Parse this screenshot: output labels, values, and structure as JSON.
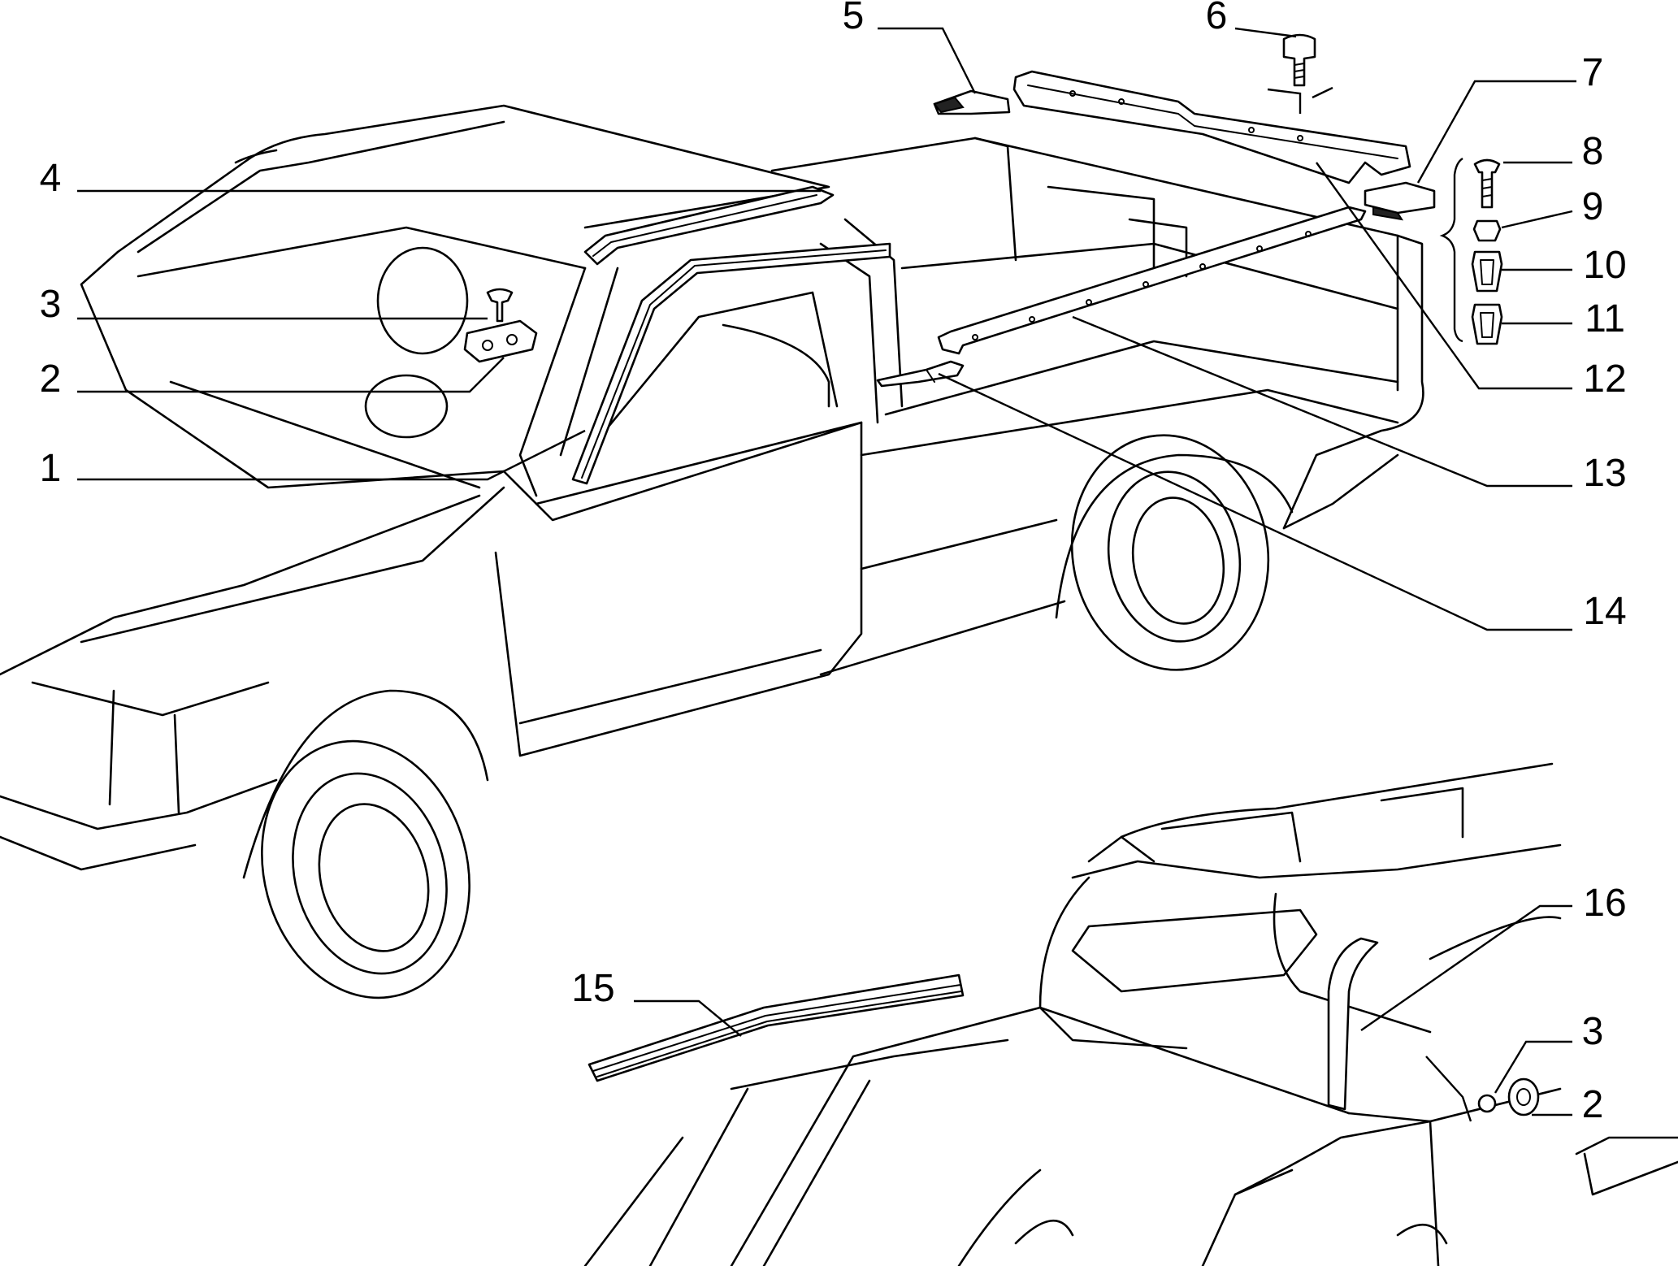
{
  "callouts": [
    {
      "id": "c5",
      "label": "5"
    },
    {
      "id": "c6",
      "label": "6"
    },
    {
      "id": "c7",
      "label": "7"
    },
    {
      "id": "c8",
      "label": "8"
    },
    {
      "id": "c9",
      "label": "9"
    },
    {
      "id": "c10",
      "label": "10"
    },
    {
      "id": "c11",
      "label": "11"
    },
    {
      "id": "c12",
      "label": "12"
    },
    {
      "id": "c13",
      "label": "13"
    },
    {
      "id": "c14",
      "label": "14"
    },
    {
      "id": "c4",
      "label": "4"
    },
    {
      "id": "c3",
      "label": "3"
    },
    {
      "id": "c2",
      "label": "2"
    },
    {
      "id": "c1",
      "label": "1"
    },
    {
      "id": "c15",
      "label": "15"
    },
    {
      "id": "c16",
      "label": "16"
    },
    {
      "id": "c3b",
      "label": "3"
    },
    {
      "id": "c2b",
      "label": "2"
    }
  ]
}
